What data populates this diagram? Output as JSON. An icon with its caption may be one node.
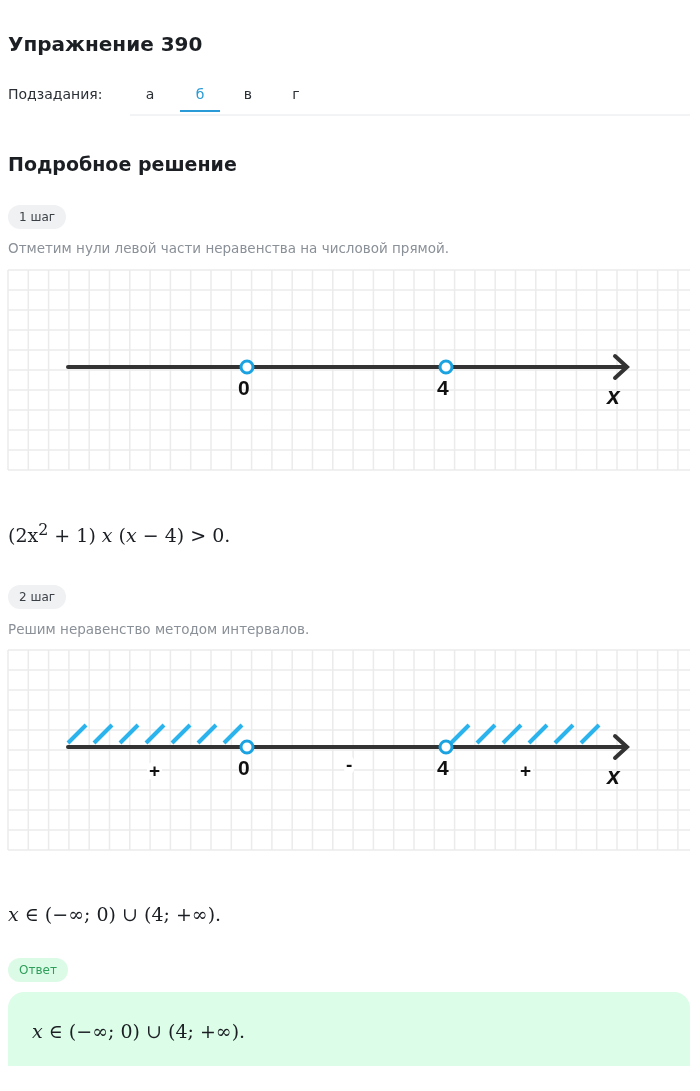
{
  "diagram": {
    "title": "Упражнение 390",
    "nodes": [
      {
        "text": [
          "1 шаг"
        ]
      },
      {
        "text": [
          "2 шаг"
        ]
      },
      {
        "text": [
          "Ответ"
        ]
      },
      {
        "text": [
          "*x* ∈ (−∞; 0) ∪ (4; +∞)."
        ]
      }
    ],
    "labels": [
      "Подзадания:",
      "а",
      "б",
      "в",
      "г",
      "Подробное решение",
      "Отметим нули левой части неравенства на числовой прямой.",
      "0",
      "4",
      "x",
      "(2x$^{2}$ + 1) *x* (*x* − 4)  >  0.",
      "Решим неравенство методом интервалов.",
      "+",
      "0",
      "-",
      "4",
      "+",
      "x",
      "*x* ∈ (−∞; 0) ∪ (4; +∞)."
    ]
  }
}
